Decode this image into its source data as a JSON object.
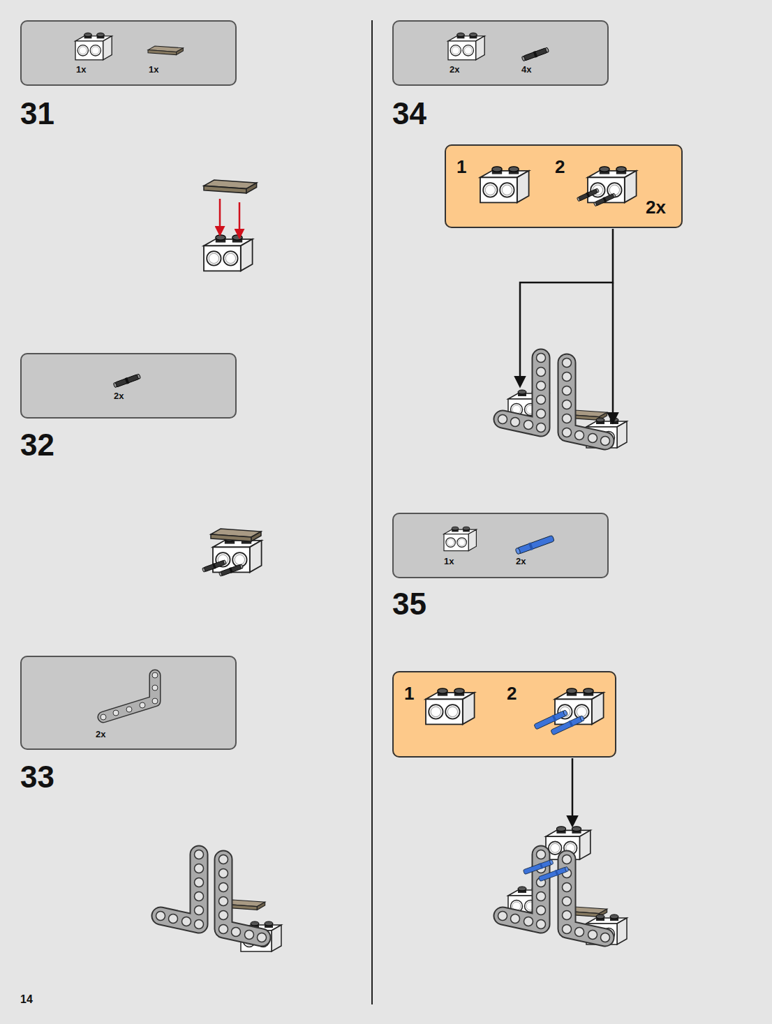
{
  "diagram": {
    "nodes": [
      {
        "text": [
          "1x",
          "1x"
        ]
      },
      {
        "text": [
          "2x"
        ]
      },
      {
        "text": [
          "2x"
        ]
      },
      {
        "text": [
          "2x",
          "4x"
        ]
      },
      {
        "text": [
          "1",
          "2",
          "2x"
        ]
      },
      {
        "text": [
          "1x",
          "2x"
        ]
      },
      {
        "text": [
          "1",
          "2"
        ]
      }
    ],
    "labels": [
      "31",
      "32",
      "33",
      "14",
      "34",
      "35"
    ]
  }
}
